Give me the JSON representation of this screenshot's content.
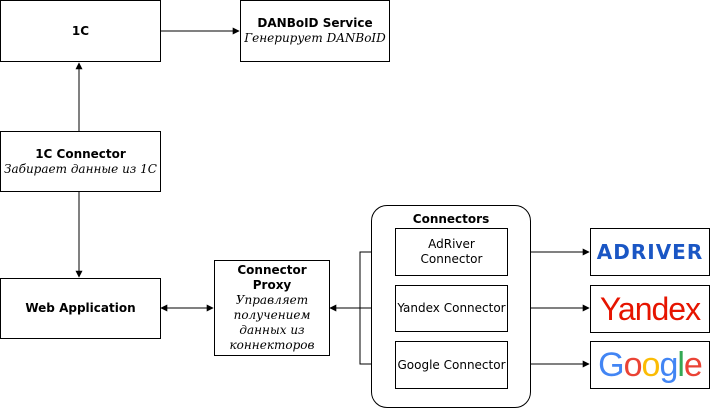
{
  "nodes": {
    "onec": {
      "title": "1C"
    },
    "danboid": {
      "title": "DANBoID Service",
      "subtitle": "Генерирует DANBoID"
    },
    "onec_connector": {
      "title": "1C Connector",
      "subtitle": "Забирает данные из 1С"
    },
    "web_app": {
      "title": "Web Application"
    },
    "proxy": {
      "title": "Connector Proxy",
      "subtitle": "Управляет получением данных из коннекторов"
    }
  },
  "connectors_group": {
    "title": "Connectors",
    "items": [
      "AdRiver Connector",
      "Yandex Connector",
      "Google Connector"
    ]
  },
  "logos": {
    "adriver": {
      "text": "ADRIVER",
      "color": "#1a56c4"
    },
    "yandex": {
      "text": "Yandex",
      "color": "#e61400"
    },
    "google": {
      "letters": [
        "G",
        "o",
        "o",
        "g",
        "l",
        "e"
      ],
      "colors": [
        "#4285F4",
        "#EA4335",
        "#FBBC05",
        "#4285F4",
        "#34A853",
        "#EA4335"
      ]
    }
  }
}
